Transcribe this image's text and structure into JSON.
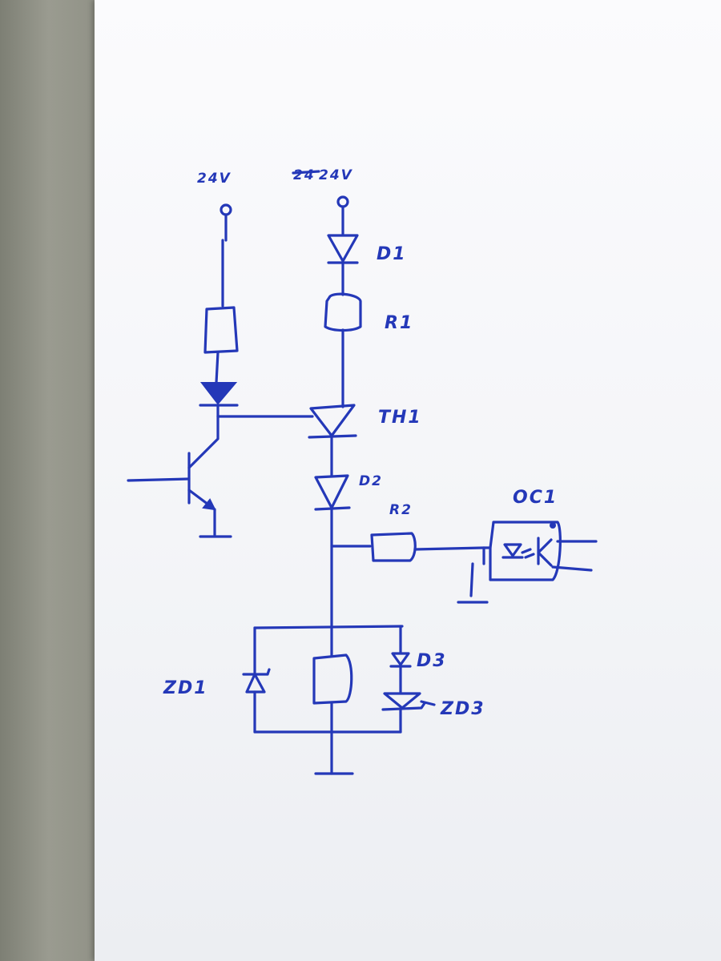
{
  "labels": {
    "supply_left": "24V",
    "supply_right_struck": "24",
    "supply_right": "24V",
    "d1": "D1",
    "r1": "R1",
    "th1": "TH1",
    "d2": "D2",
    "r2": "R2",
    "oc1": "OC1",
    "d3": "D3",
    "zd1": "ZD1",
    "zd3": "ZD3"
  },
  "colors": {
    "ink": "#2438b8",
    "paper": "#f7f8fa",
    "background": "#8a8a7e"
  }
}
